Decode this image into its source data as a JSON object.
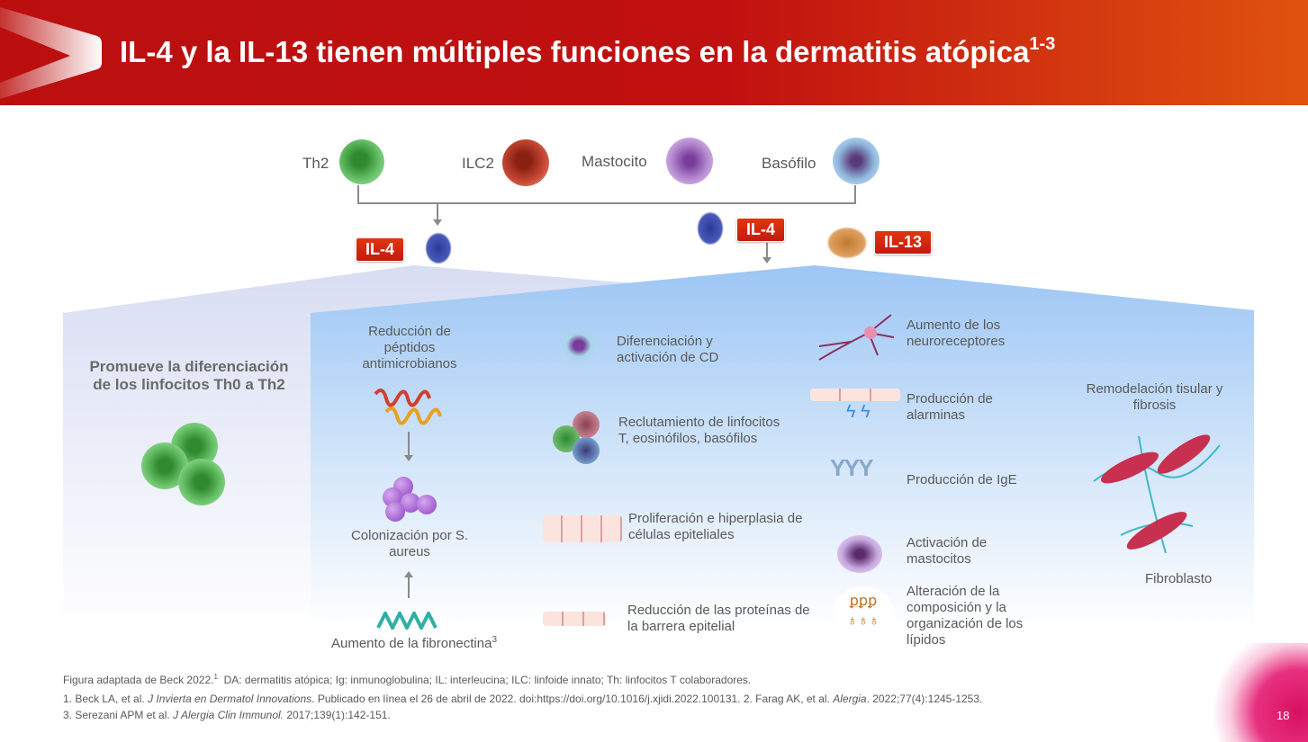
{
  "header": {
    "title": "IL-4 y la IL-13 tienen múltiples funciones en la dermatitis atópica",
    "title_sup": "1-3"
  },
  "cells": {
    "th2": "Th2",
    "ilc2": "ILC2",
    "mastocito": "Mastocito",
    "basofilo": "Basófilo"
  },
  "badges": {
    "il4_left": "IL-4",
    "il4_right": "IL-4",
    "il13": "IL-13"
  },
  "left_panel": {
    "title": "Promueve la diferenciación de los linfocitos Th0 a Th2"
  },
  "col1": {
    "peptides": "Reducción de péptidos antimicrobianos",
    "colonization": "Colonización por S. aureus",
    "fibronectin": "Aumento de la fibronectina",
    "fibronectin_sup": "3"
  },
  "col2": {
    "cd": "Diferenciación y activación de CD",
    "recruit": "Reclutamiento de linfocitos T, eosinófilos, basófilos",
    "prolif": "Proliferación e hiperplasia de células epiteliales",
    "barrier": "Reducción de las proteínas de la barrera epitelial"
  },
  "col3": {
    "neuro": "Aumento de los neuroreceptores",
    "alarmins": "Producción de alarminas",
    "ige": "Producción de IgE",
    "mast": "Activación de mastocitos",
    "lipids": "Alteración de la composición y la organización de los lípidos"
  },
  "col4": {
    "remodel": "Remodelación tisular y fibrosis",
    "fibroblast": "Fibroblasto"
  },
  "footer": {
    "note": "Figura adaptada de Beck 2022.",
    "note_sup": "1",
    "abbrev": "DA: dermatitis atópica; Ig: inmunoglobulina; IL: interleucina; ILC: linfoide innato; Th: linfocitos T colaboradores.",
    "ref1_a": "1. Beck LA, et al. ",
    "ref1_j": "J Invierta en Dermatol Innovations",
    "ref1_b": ". Publicado en línea el 26 de abril de 2022. doi:https://doi.org/10.1016/j.xjidi.2022.100131. 2. Farag AK, et al. ",
    "ref2_j": "Alergia",
    "ref2_b": ". 2022;77(4):1245-1253.",
    "ref3_a": "3. Serezani APM et al. ",
    "ref3_j": "J Alergia Clin Immunol.",
    "ref3_b": " 2017;139(1):142-151."
  },
  "page_number": "18",
  "colors": {
    "red": "#bb0f0f",
    "orange": "#e0520f",
    "blue_panel": "#a8cdf5",
    "lavender_panel": "#dfe3f5"
  }
}
